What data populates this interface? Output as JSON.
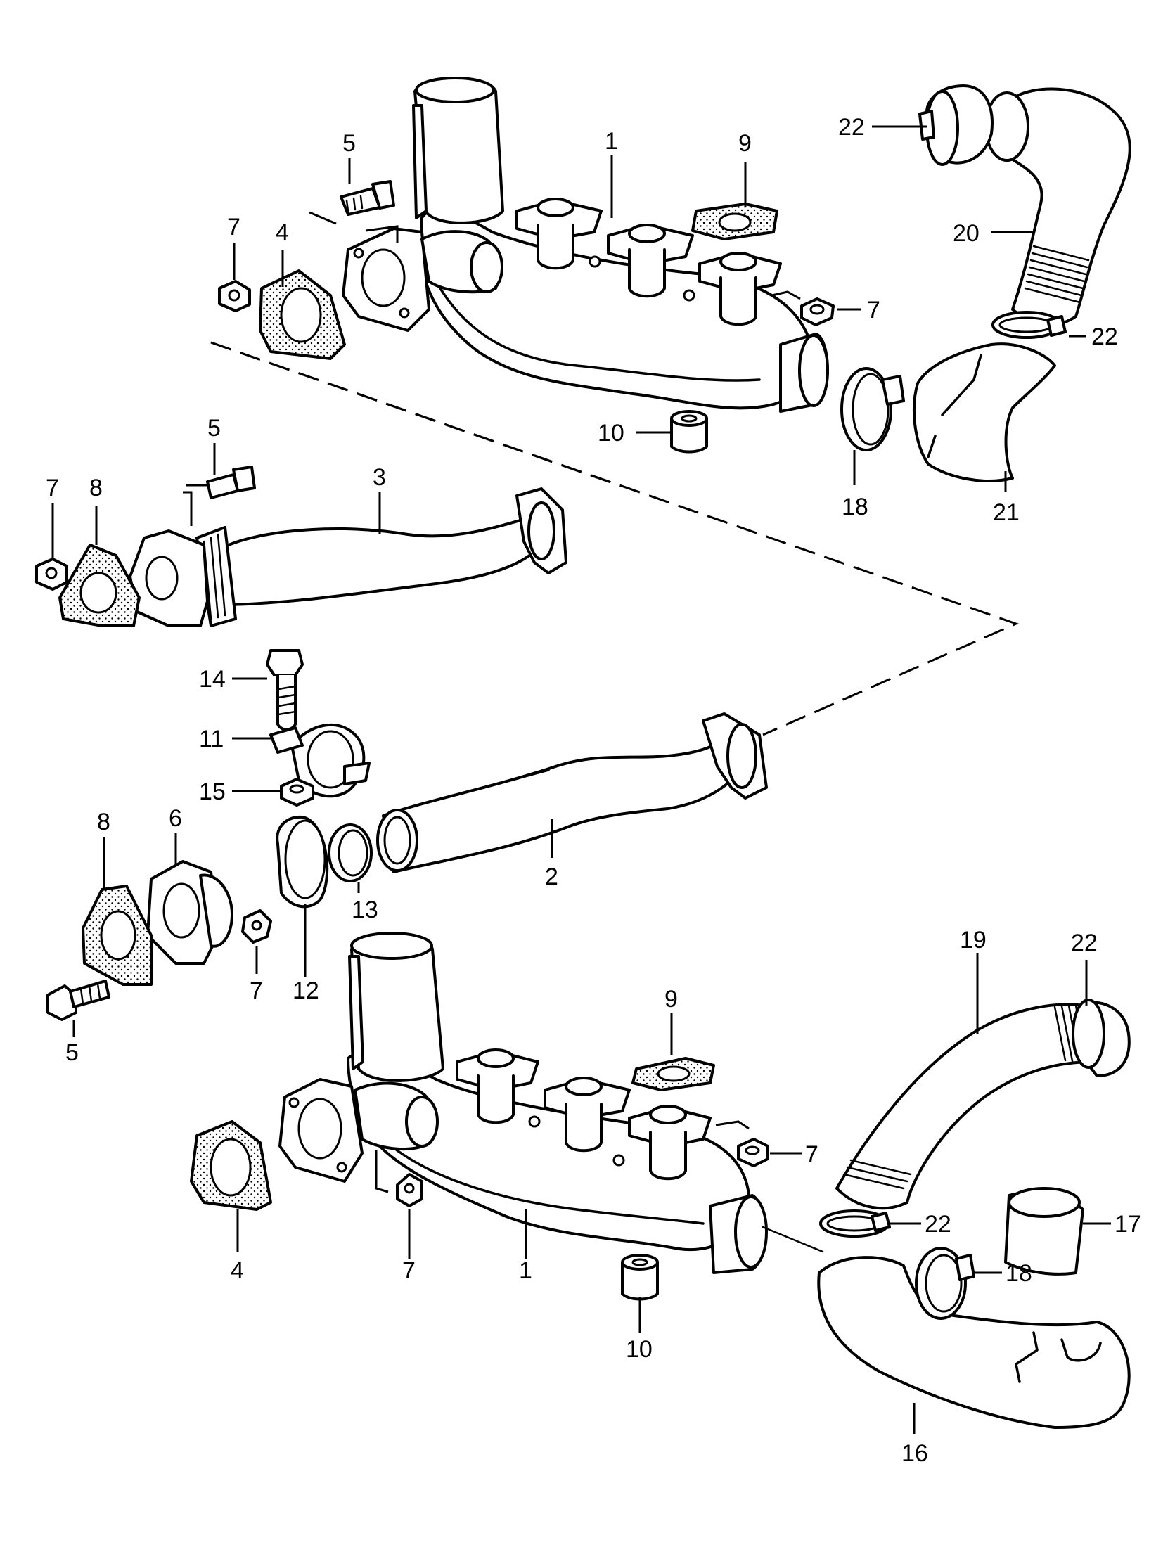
{
  "diagram": {
    "colors": {
      "ink": "#000000",
      "paper": "#ffffff"
    },
    "callouts": {
      "c_22_top": "22",
      "c_20": "20",
      "c_22_right": "22",
      "c_21": "21",
      "c_18_top": "18",
      "c_1_top": "1",
      "c_9_top": "9",
      "c_5_top": "5",
      "c_7_top_left": "7",
      "c_4_top": "4",
      "c_7_top_right": "7",
      "c_10_top": "10",
      "c_5_mid": "5",
      "c_7_mid": "7",
      "c_8_mid": "8",
      "c_3": "3",
      "c_14": "14",
      "c_11": "11",
      "c_15": "15",
      "c_2": "2",
      "c_8_low": "8",
      "c_6": "6",
      "c_7_low_a": "7",
      "c_12": "12",
      "c_13": "13",
      "c_5_low": "5",
      "c_9_low": "9",
      "c_19": "19",
      "c_22_low_top": "22",
      "c_7_low_b": "7",
      "c_22_low_mid": "22",
      "c_17": "17",
      "c_4_low": "4",
      "c_7_low_c": "7",
      "c_1_low": "1",
      "c_10_low": "10",
      "c_18_low": "18",
      "c_16": "16"
    }
  }
}
